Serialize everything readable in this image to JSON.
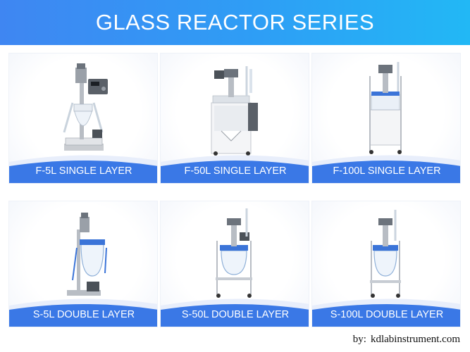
{
  "banner": {
    "title": "GLASS REACTOR SERIES"
  },
  "colors": {
    "accent_left": "#3f86f2",
    "accent_right": "#22b8f5",
    "card_label_bg": "#3a78e6"
  },
  "products": [
    {
      "label": "F-5L SINGLE LAYER",
      "image": "single-layer-reactor-5l-icon"
    },
    {
      "label": "F-50L SINGLE LAYER",
      "image": "single-layer-reactor-50l-icon"
    },
    {
      "label": "F-100L SINGLE LAYER",
      "image": "single-layer-reactor-100l-icon"
    },
    {
      "label": "S-5L DOUBLE LAYER",
      "image": "double-layer-reactor-5l-icon"
    },
    {
      "label": "S-50L DOUBLE LAYER",
      "image": "double-layer-reactor-50l-icon"
    },
    {
      "label": "S-100L DOUBLE LAYER",
      "image": "double-layer-reactor-100l-icon"
    }
  ],
  "footer": {
    "by_label": "by:",
    "site": "kdlabinstrument.com"
  }
}
